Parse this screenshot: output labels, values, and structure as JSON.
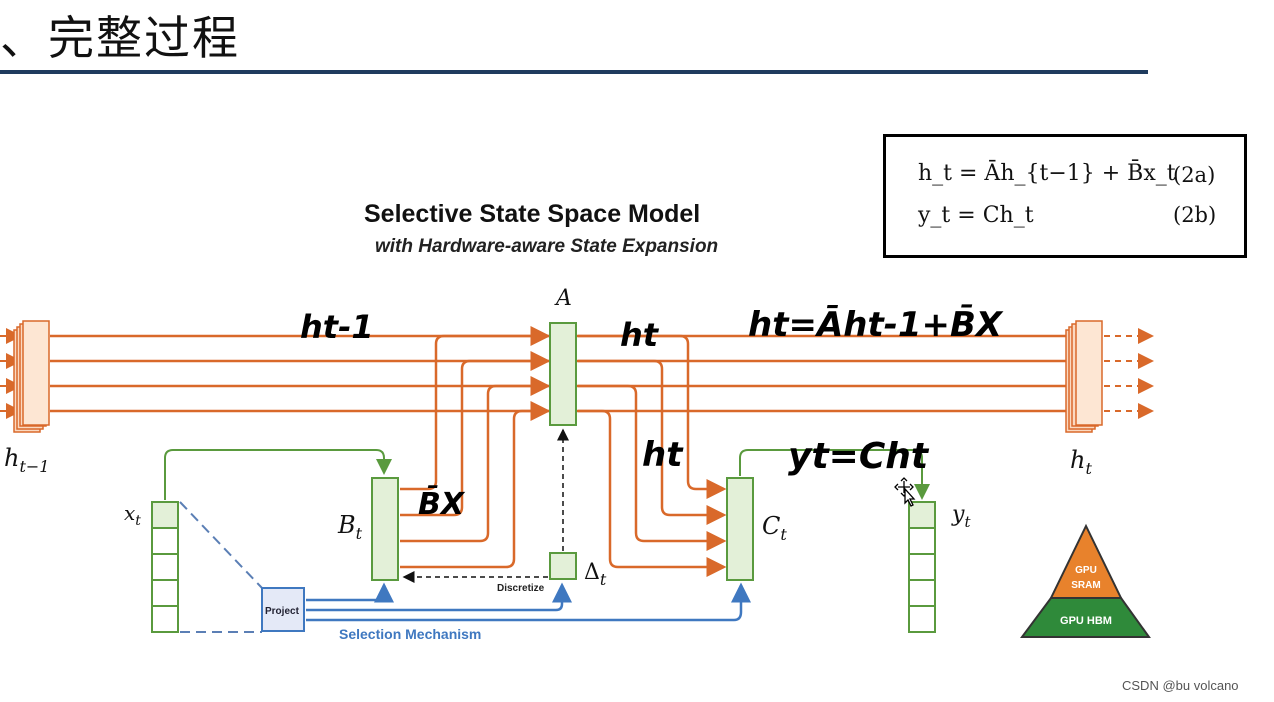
{
  "slide": {
    "title": "、完整过程",
    "watermark": "CSDN @bu volcano"
  },
  "equations": {
    "eq1": "h_t = Āh_{t−1} + B̄x_t",
    "eq1_number": "(2a)",
    "eq2": "y_t = Ch_t",
    "eq2_number": "(2b)"
  },
  "diagram": {
    "title": "Selective State Space Model",
    "subtitle": "with Hardware-aware State Expansion",
    "labels": {
      "A": "A",
      "h_prev": "h",
      "h_prev_sub": "t−1",
      "h_t": "h",
      "h_t_sub": "t",
      "x_t": "x",
      "x_t_sub": "t",
      "B_t": "B",
      "B_t_sub": "t",
      "C_t": "C",
      "C_t_sub": "t",
      "delta": "Δ",
      "delta_sub": "t",
      "y_t": "y",
      "y_t_sub": "t",
      "project": "Project",
      "discretize": "Discretize",
      "selection": "Selection Mechanism"
    },
    "pyramid": {
      "top": [
        "GPU",
        "SRAM"
      ],
      "bottom": "GPU HBM"
    },
    "handwritten": {
      "ht_minus_1": "ht-1",
      "ht_1": "ht",
      "ht_formula": "ht=Āht-1+B̄X",
      "bx": "B̄X",
      "ht_2": "ht",
      "yt_formula": "yt=Cht"
    },
    "colors": {
      "orange": "#d9692a",
      "green": "#5a9a3e",
      "blue": "#3f78c0",
      "fill_green": "#e3f0d8",
      "fill_orange": "#fbd9c0",
      "rule": "#1f3b5e"
    }
  }
}
